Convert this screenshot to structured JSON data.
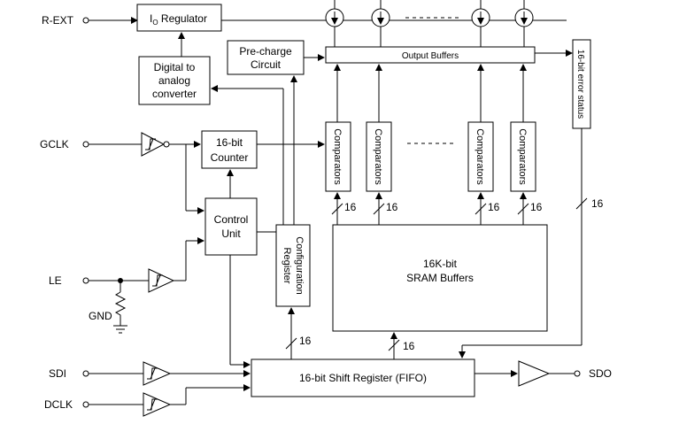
{
  "pins": {
    "r_ext": "R-EXT",
    "gclk": "GCLK",
    "le": "LE",
    "gnd": "GND",
    "sdi": "SDI",
    "dclk": "DCLK",
    "sdo": "SDO"
  },
  "blocks": {
    "io_regulator_main": "I",
    "io_regulator_sub": "O",
    "io_regulator_rest": " Regulator",
    "dac_line1": "Digital to",
    "dac_line2": "analog",
    "dac_line3": "converter",
    "precharge_line1": "Pre-charge",
    "precharge_line2": "Circuit",
    "output_buffers": "Output Buffers",
    "error_status": "16-bit error status",
    "counter_line1": "16-bit",
    "counter_line2": "Counter",
    "control_line1": "Control",
    "control_line2": "Unit",
    "config_line1": "Configuration",
    "config_line2": "Register",
    "comparators": "Comparators",
    "sram_line1": "16K-bit",
    "sram_line2": "SRAM Buffers",
    "shift_register": "16-bit Shift Register (FIFO)"
  },
  "bus_width": "16"
}
